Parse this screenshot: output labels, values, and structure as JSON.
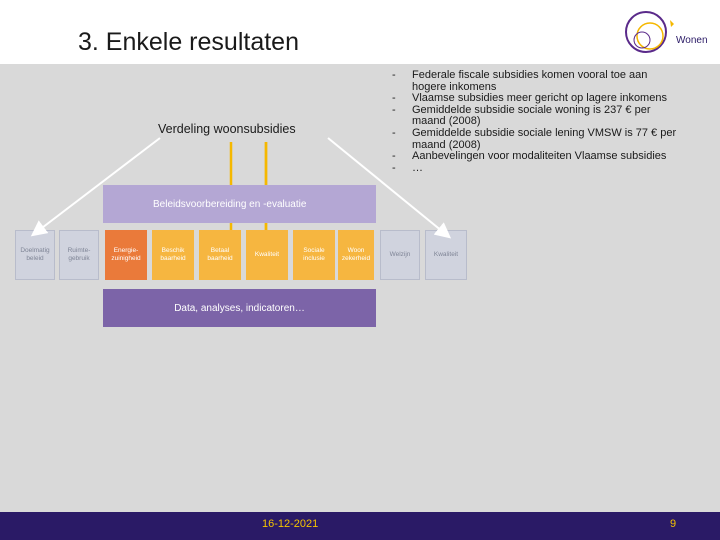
{
  "slide": {
    "title": "3. Enkele resultaten",
    "logo_text": "Wonen",
    "date": "16-12-2021",
    "page_number": "9"
  },
  "diagram": {
    "title": "Verdeling woonsubsidies",
    "top_bar": "Beleidsvoorbereiding en -evaluatie",
    "bottom_bar": "Data, analyses, indicatoren…",
    "boxes": [
      {
        "line1": "Doelmatig",
        "line2": "beleid"
      },
      {
        "line1": "Ruimte-",
        "line2": "gebruik"
      },
      {
        "line1": "Energie-",
        "line2": "zuinigheid"
      },
      {
        "line1": "Beschik",
        "line2": "baarheid"
      },
      {
        "line1": "Betaal",
        "line2": "baarheid"
      },
      {
        "line1": "Kwaliteit",
        "line2": ""
      },
      {
        "line1": "Sociale",
        "line2": "inclusie"
      },
      {
        "line1": "Woon",
        "line2": "zekerheid"
      },
      {
        "line1": "Welzijn",
        "line2": ""
      },
      {
        "line1": "Kwaliteit",
        "line2": ""
      }
    ]
  },
  "bullets": [
    {
      "l1": "Federale fiscale subsidies komen vooral toe aan",
      "l2": "hogere inkomens"
    },
    {
      "l1": "Vlaamse subsidies meer gericht op lagere inkomens",
      "l2": ""
    },
    {
      "l1": "Gemiddelde subsidie sociale woning is 237 € per",
      "l2": "maand (2008)"
    },
    {
      "l1": "Gemiddelde subsidie sociale lening VMSW is 77 € per",
      "l2": "maand (2008)"
    },
    {
      "l1": "Aanbevelingen voor modaliteiten Vlaamse subsidies",
      "l2": ""
    },
    {
      "l1": "…",
      "l2": ""
    }
  ],
  "colors": {
    "footer": "#2a1a66",
    "footer_text": "#f5c400",
    "content_bg": "#d9d9d9",
    "top_bar": "#b4a7d4",
    "bottom_bar": "#7c64a8",
    "orange": "#f6b640",
    "red_orange": "#ea7a3a",
    "lines": "#f5b800"
  }
}
